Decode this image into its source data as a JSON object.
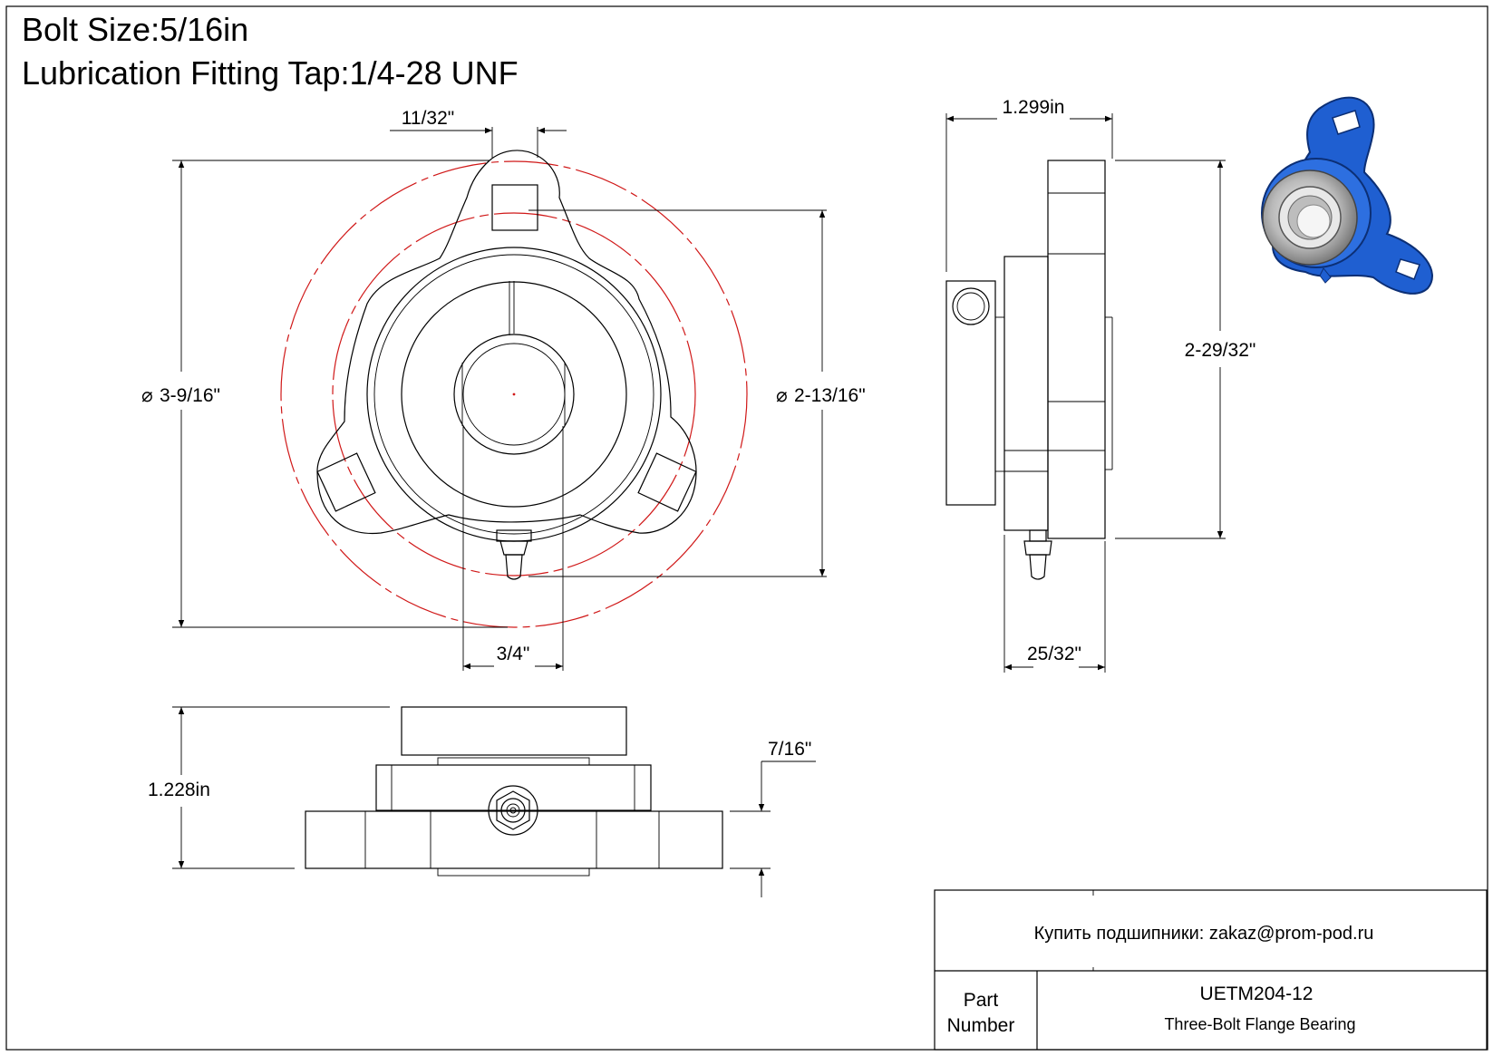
{
  "header": {
    "bolt_size": "Bolt Size:5/16in",
    "fitting_tap": "Lubrication Fitting Tap:1/4-28 UNF"
  },
  "dimensions": {
    "slot_width": "11/32\"",
    "outer_diameter": "3-9/16\"",
    "bolt_circle": "2-13/16\"",
    "bore": "3/4\"",
    "side_width": "1.299in",
    "side_height": "2-29/32\"",
    "side_depth": "25/32\"",
    "front_height": "1.228in",
    "flange_thickness": "7/16\""
  },
  "title_block": {
    "contact": "Купить подшипники: zakaz@prom-pod.ru",
    "part_label": "Part\nNumber",
    "part_number": "UETM204-12",
    "description": "Three-Bolt Flange Bearing"
  },
  "colors": {
    "line": "#000000",
    "center_circle": "#d01818",
    "housing_blue": "#1f5fd1"
  }
}
